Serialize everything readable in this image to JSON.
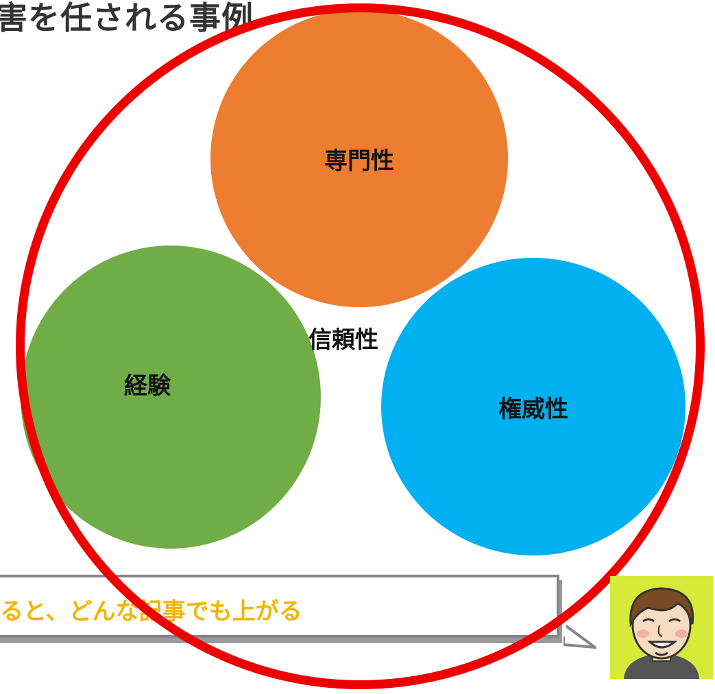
{
  "diagram": {
    "title": "害を任される事例",
    "center_label": "信頼性",
    "circles": [
      {
        "id": "expertise",
        "label": "専門性",
        "color": "#ed7d31"
      },
      {
        "id": "experience",
        "label": "経験",
        "color": "#70ad47"
      },
      {
        "id": "authority",
        "label": "権威性",
        "color": "#00b0f0"
      }
    ],
    "ring_color": "#ee0000"
  },
  "callout": {
    "text": "ると、どんな記事でも上がる",
    "text_color": "#f5b400",
    "avatar_icon": "smiling-man-avatar-icon",
    "avatar_background": "#d7ea3a"
  }
}
